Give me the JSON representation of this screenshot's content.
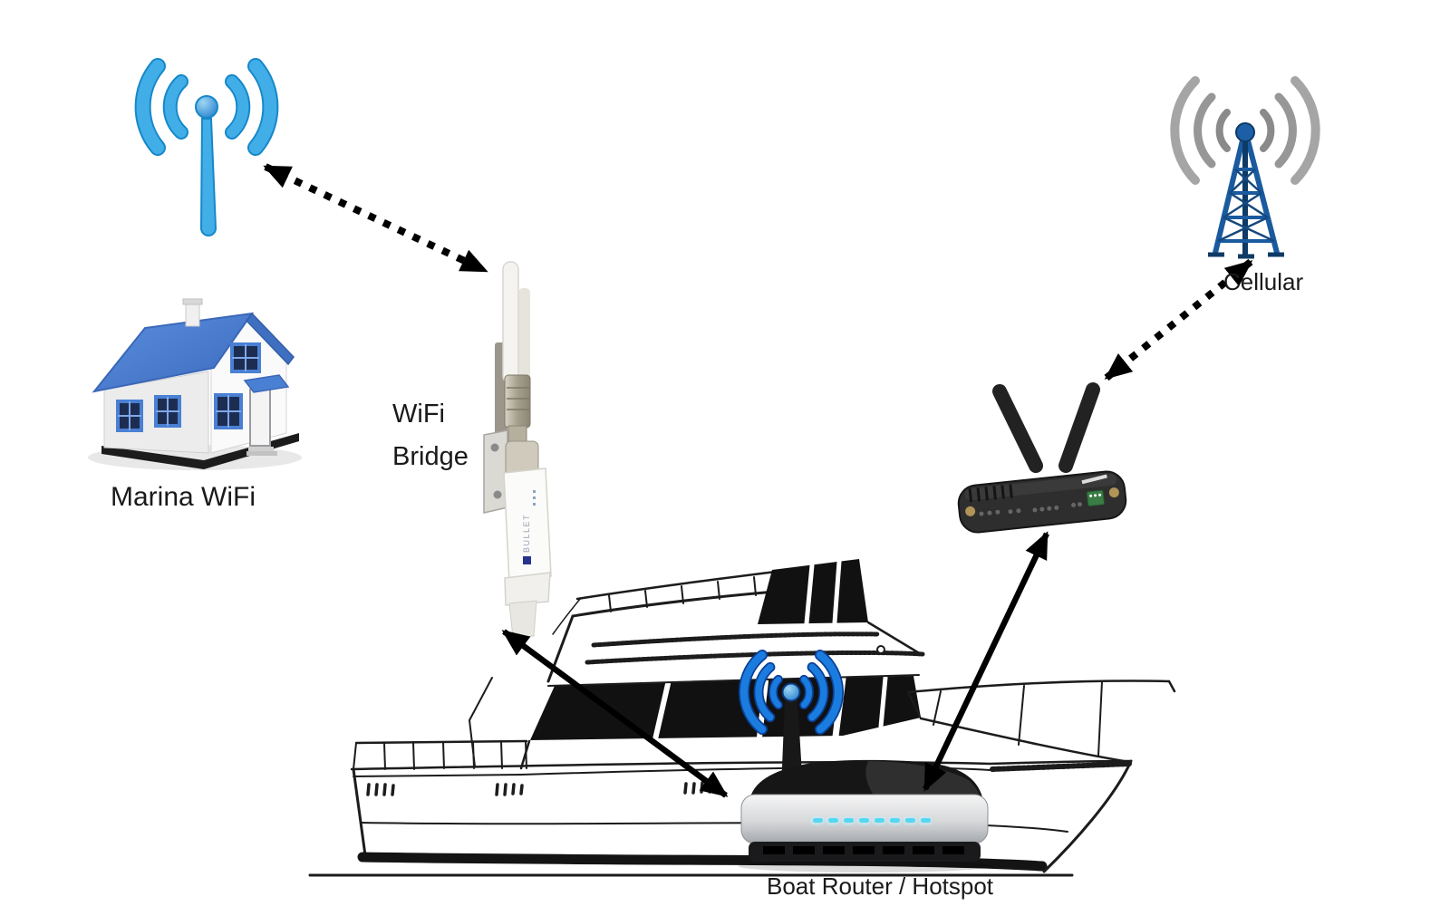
{
  "diagram": {
    "nodes": {
      "marina_wifi": {
        "label": "Marina WiFi",
        "icon": "wifi-antenna-icon",
        "building_icon": "house-icon"
      },
      "wifi_bridge": {
        "label_line1": "WiFi",
        "label_line2": "Bridge",
        "device_brand": "BULLET",
        "icon": "outdoor-antenna-device"
      },
      "cellular": {
        "label": "Cellular",
        "icon": "cell-tower-icon"
      },
      "cellular_router": {
        "icon": "dual-antenna-router-device"
      },
      "boat_router": {
        "label": "Boat Router / Hotspot",
        "icon": "router-with-wifi-antenna"
      },
      "boat": {
        "icon": "yacht-line-drawing"
      }
    },
    "connections": [
      {
        "from": "marina_wifi",
        "to": "wifi_bridge",
        "style": "dotted",
        "arrows": "both"
      },
      {
        "from": "cellular",
        "to": "cellular_router",
        "style": "dotted",
        "arrows": "both"
      },
      {
        "from": "wifi_bridge",
        "to": "boat_router",
        "style": "solid",
        "arrows": "both"
      },
      {
        "from": "cellular_router",
        "to": "boat_router",
        "style": "solid",
        "arrows": "both"
      }
    ],
    "colors": {
      "marina_wifi_blue": "#41aee8",
      "marina_wifi_blue_dark": "#1787c9",
      "boat_wifi_blue": "#1b7ce0",
      "boat_wifi_blue_dark": "#0a3f95",
      "house_roof_blue": "#4a80d4",
      "tower_blue": "#1d5fa6",
      "tower_blue_dark": "#0e3a66",
      "tower_wave_gray": "#9a9a9a",
      "led_cyan": "#56d7f0",
      "line_black": "#1c1c1c",
      "arrow_black": "#000000"
    }
  }
}
